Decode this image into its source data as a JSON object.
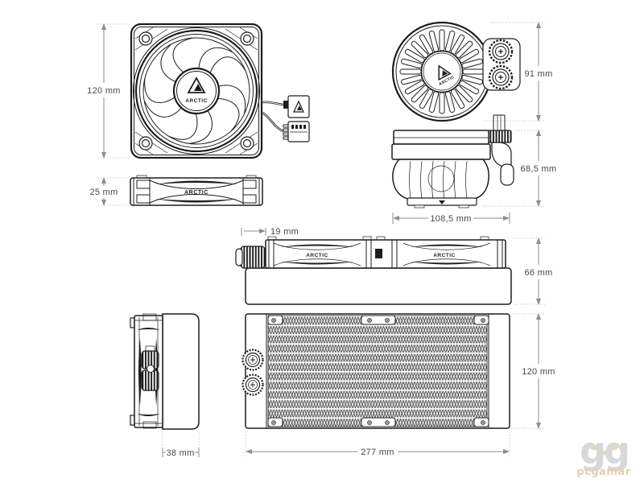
{
  "drawing": {
    "product_brand": "ARCTIC",
    "views": {
      "fan_front": {
        "name": "fan front view"
      },
      "fan_side": {
        "name": "fan side view"
      },
      "pump_top": {
        "name": "pump top view"
      },
      "pump_side": {
        "name": "pump side view"
      },
      "radiator_side_with_fans": {
        "name": "radiator side view with fans"
      },
      "radiator_front": {
        "name": "radiator front view"
      },
      "radiator_end": {
        "name": "radiator end view"
      }
    }
  },
  "labels": {
    "fan_front_height": "120 mm",
    "fan_side_thickness": "25 mm",
    "pump_top_height": "91 mm",
    "pump_side_height": "68,5 mm",
    "pump_side_width": "108,5 mm",
    "fitting_offset": "19 mm",
    "assembly_height": "66 mm",
    "radiator_height": "120 mm",
    "radiator_length": "277 mm",
    "radiator_thickness": "38 mm"
  },
  "brand_marks": {
    "fan_front_hub": "ARCTIC",
    "fan_side": "ARCTIC",
    "pump_top": "ARCTIC",
    "rad_fan_left": "ARCTIC",
    "rad_fan_right": "ARCTIC"
  },
  "watermark": {
    "logo": "gg",
    "text": "pcgamar"
  },
  "colors": {
    "background": "#ffffff",
    "line": "#1d1d1d",
    "dimension_line": "#8c8c8c",
    "dimension_text": "#484848",
    "extension_line": "#c9c9c9",
    "watermark_gray": "#d8d8d8",
    "watermark_beige": "#e3d0b2"
  }
}
